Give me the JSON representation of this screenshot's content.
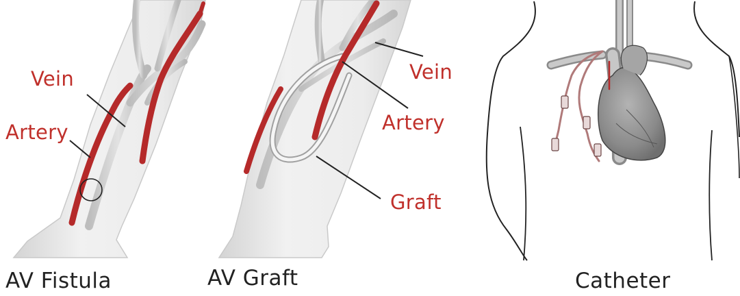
{
  "panels": [
    {
      "caption": "AV Fistula",
      "labels": {
        "vein": "Vein",
        "artery": "Artery"
      }
    },
    {
      "caption": "AV Graft",
      "labels": {
        "vein": "Vein",
        "artery": "Artery",
        "graft": "Graft"
      }
    },
    {
      "caption": "Catheter"
    }
  ],
  "colors": {
    "vessel_red": "#b52a2a",
    "label_red": "#c0302b",
    "skin_gray": "#e6e6e6",
    "outline": "#222222",
    "heart_gray": "#8f8f8f"
  }
}
